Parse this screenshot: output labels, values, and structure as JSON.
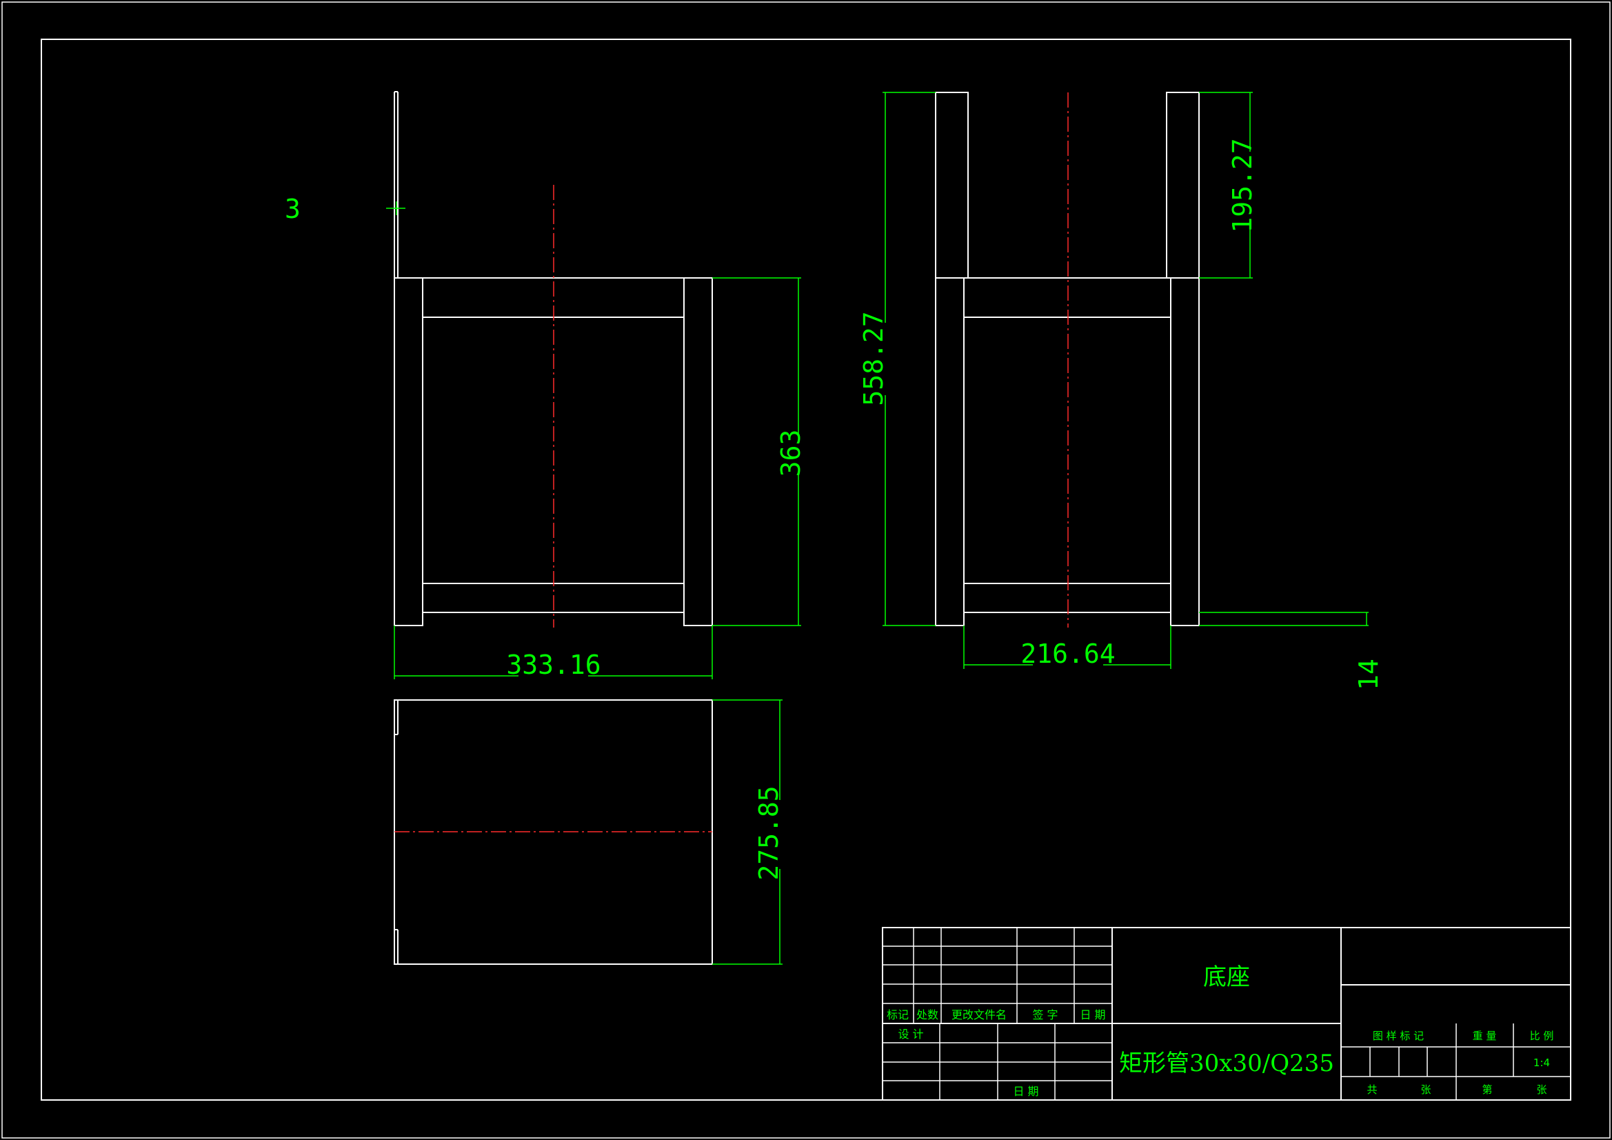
{
  "dimensions": {
    "thickness": "3",
    "front_width": "333.16",
    "front_height": "363",
    "side_total_height": "558.27",
    "side_upper_height": "195.27",
    "side_inner_width": "216.64",
    "side_bottom_offset": "14",
    "top_depth": "275.85"
  },
  "title_block": {
    "part_name": "底座",
    "material": "矩形管30x30/Q235",
    "mark": "标记",
    "count": "处数",
    "change_doc": "更改文件名",
    "signature": "签 字",
    "date": "日 期",
    "design": "设 计",
    "date2": "日 期",
    "drawing_mark": "图 样 标 记",
    "weight": "重 量",
    "scale_label": "比 例",
    "scale_value": "1:4",
    "total": "共",
    "sheets": "张",
    "sheet_no": "第",
    "sheet_unit": "张"
  },
  "colors": {
    "background": "#000000",
    "geometry": "#ffffff",
    "dimension": "#00ff00",
    "centerline": "#ff2a2a"
  }
}
